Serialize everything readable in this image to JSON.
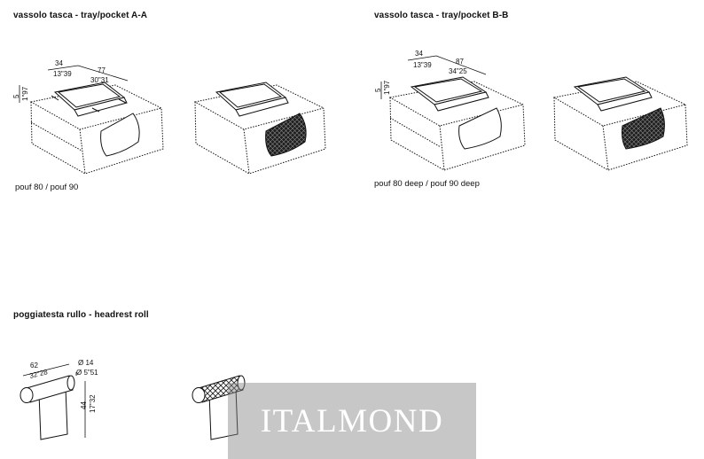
{
  "sections": {
    "tray_aa": {
      "title": "vassolo tasca - tray/pocket A-A",
      "caption": "pouf 80 / pouf 90",
      "dims": {
        "depth_cm": "34",
        "depth_in": "13\"39",
        "width_cm": "77",
        "width_in": "30\"31",
        "height_cm": "5",
        "height_in": "1\"97"
      }
    },
    "tray_bb": {
      "title": "vassolo tasca - tray/pocket B-B",
      "caption": "pouf 80 deep / pouf 90 deep",
      "dims": {
        "depth_cm": "34",
        "depth_in": "13\"39",
        "width_cm": "87",
        "width_in": "34\"25",
        "height_cm": "5",
        "height_in": "1\"97"
      }
    },
    "headrest": {
      "title": "poggiatesta rullo - headrest roll",
      "dims": {
        "length_cm": "62",
        "length_in": "32\"28",
        "diam_cm": "Ø 14",
        "diam_in": "Ø 5\"51",
        "height_cm": "44",
        "height_in": "17\"32"
      }
    }
  },
  "watermark": "ITALMOND",
  "colors": {
    "line": "#111111",
    "quilt": "#1e1e1e",
    "watermark_bg": "#8a8a8a"
  }
}
